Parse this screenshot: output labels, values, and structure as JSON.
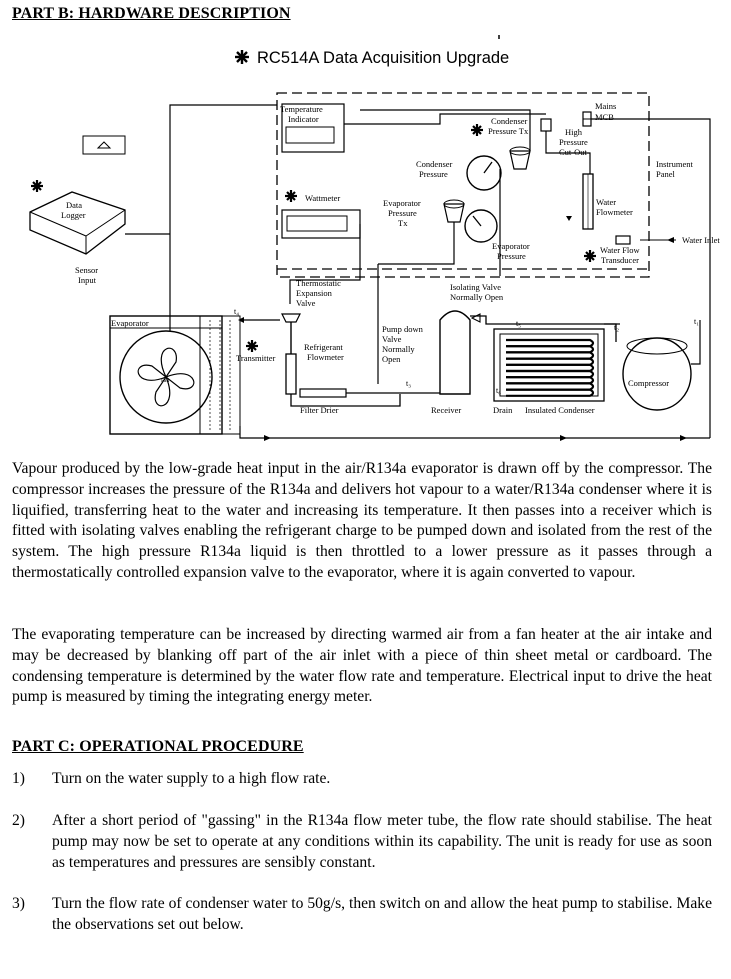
{
  "part_b_heading": "PART B: HARDWARE DESCRIPTION",
  "diagram": {
    "title": "RC514A Data Acquisition Upgrade",
    "labels": {
      "temperature_indicator_1": "Temperature",
      "temperature_indicator_2": "Indicator",
      "condenser_pressure_tx_1": "Condenser",
      "condenser_pressure_tx_2": "Pressure Tx",
      "mains_mcb_1": "Mains",
      "mains_mcb_2": "MCB",
      "high_pressure_cutout_1": "High",
      "high_pressure_cutout_2": "Pressure",
      "high_pressure_cutout_3": "Cut-Out",
      "condenser_pressure_1": "Condenser",
      "condenser_pressure_2": "Pressure",
      "instrument_panel_1": "Instrument",
      "instrument_panel_2": "Panel",
      "wattmeter": "Wattmeter",
      "evaporator_pressure_tx_1": "Evaporator",
      "evaporator_pressure_tx_2": "Pressure",
      "evaporator_pressure_tx_3": "Tx",
      "water_flowmeter_1": "Water",
      "water_flowmeter_2": "Flowmeter",
      "water_inlet": "Water Inlet",
      "evaporator_pressure_1": "Evaporator",
      "evaporator_pressure_2": "Pressure",
      "water_flow_transducer_1": "Water Flow",
      "water_flow_transducer_2": "Transducer",
      "data_logger_1": "Data",
      "data_logger_2": "Logger",
      "sensor_input_1": "Sensor",
      "sensor_input_2": "Input",
      "txv_1": "Thermostatic",
      "txv_2": "Expansion",
      "txv_3": "Valve",
      "isolating_valve_1": "Isolating Valve",
      "isolating_valve_2": "Normally Open",
      "evaporator": "Evaporator",
      "pump_down_valve_1": "Pump down",
      "pump_down_valve_2": "Valve",
      "pump_down_valve_3": "Normally",
      "pump_down_valve_4": "Open",
      "transmitter": "Transmitter",
      "refrigerant_flowmeter_1": "Refrigerant",
      "refrigerant_flowmeter_2": "Flowmeter",
      "compressor": "Compressor",
      "fan": "Fan",
      "filter_drier": "Filter Drier",
      "receiver": "Receiver",
      "drain": "Drain",
      "insulated_condenser": "Insulated Condenser",
      "t1": "t₁",
      "t2": "t₂",
      "t3": "t₃",
      "t4": "t₄",
      "t5": "t₅",
      "t6": "t₆"
    }
  },
  "paragraphs": [
    "Vapour produced by the low-grade heat input in the air/R134a evaporator is drawn off by the compressor. The compressor increases the pressure of the R134a and delivers hot vapour to a water/R134a condenser where it is liquified, transferring heat to the water and increasing its temperature. It then passes into a receiver which is fitted with isolating valves enabling the refrigerant charge to be pumped down and isolated from the rest of the system. The high pressure R134a liquid is then throttled to a lower pressure as it passes through a thermostatically controlled expansion valve to the evaporator, where it is again converted to vapour.",
    "The evaporating temperature can be increased by directing warmed air from a fan heater at the air intake and may be decreased by blanking off part of the air inlet with a piece of thin sheet metal or cardboard. The condensing temperature is determined by the water flow rate and temperature. Electrical input to drive the heat pump is measured by timing the integrating energy meter."
  ],
  "part_c_heading": "PART C: OPERATIONAL PROCEDURE",
  "steps": [
    {
      "num": "1)",
      "text": "Turn on the water supply to a high flow rate."
    },
    {
      "num": "2)",
      "text": "After a short period of \"gassing\" in the R134a flow meter tube, the flow rate should stabilise. The heat pump may now be set to operate at any conditions within its capability. The unit is ready for use as soon as temperatures and pressures are sensibly constant."
    },
    {
      "num": "3)",
      "text": "Turn the flow rate of condenser water to 50g/s, then switch on and allow the heat pump to stabilise. Make the observations set out below."
    }
  ]
}
